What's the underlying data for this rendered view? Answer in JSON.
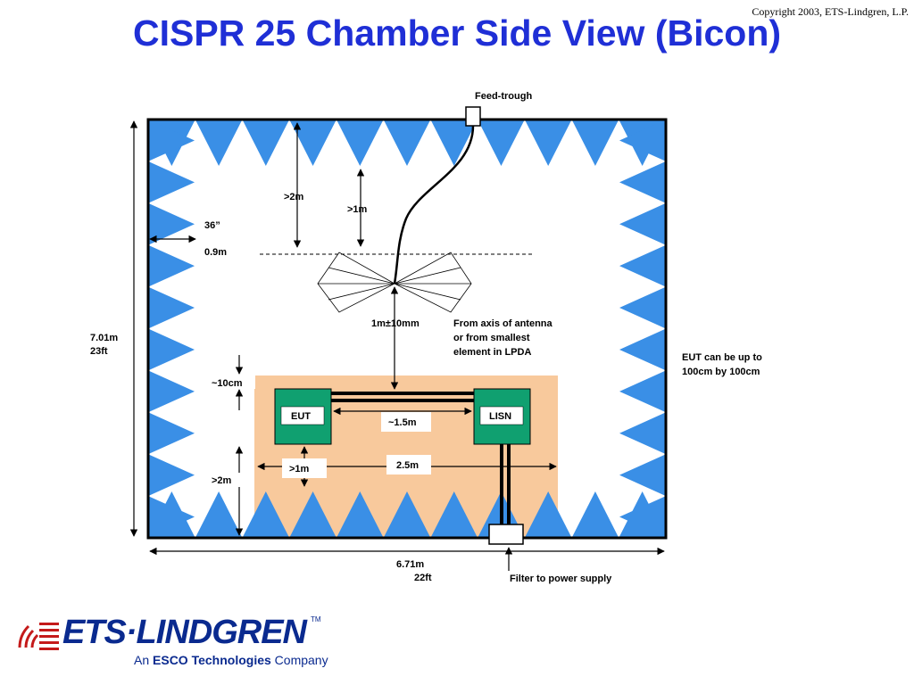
{
  "slide": {
    "title": "CISPR 25 Chamber Side View (Bicon)",
    "copyright": "Copyright 2003, ETS-Lindgren, L.P."
  },
  "diagram": {
    "labels": {
      "feed_trough": "Feed-trough",
      "gt2m_top": ">2m",
      "gt1m_top": ">1m",
      "inch36": "36”",
      "m09": "0.9m",
      "height_m": "7.01m",
      "height_ft": "23ft",
      "antenna_height": "1m±10mm",
      "axis_note_1": "From axis of antenna",
      "axis_note_2": "or from smallest",
      "axis_note_3": "element in LPDA",
      "eut_note_1": "EUT can be up to",
      "eut_note_2": "100cm by 100cm",
      "cm10": "~10cm",
      "eut": "EUT",
      "lisn": "LISN",
      "m15": "~1.5m",
      "gt2m_bottom": ">2m",
      "gt1m_bottom": ">1m",
      "m25": "2.5m",
      "width_m": "6.71m",
      "width_ft": "22ft",
      "filter": "Filter to power supply"
    },
    "colors": {
      "absorber": "#3a8fe6",
      "table": "#f8c99c",
      "box": "#10a070",
      "title": "#1f2fd6"
    }
  },
  "logo": {
    "name": "ETS·LINDGREN",
    "tm": "TM",
    "tag_prefix": "An ",
    "tag_bold": "ESCO Technologies",
    "tag_suffix": " Company"
  }
}
